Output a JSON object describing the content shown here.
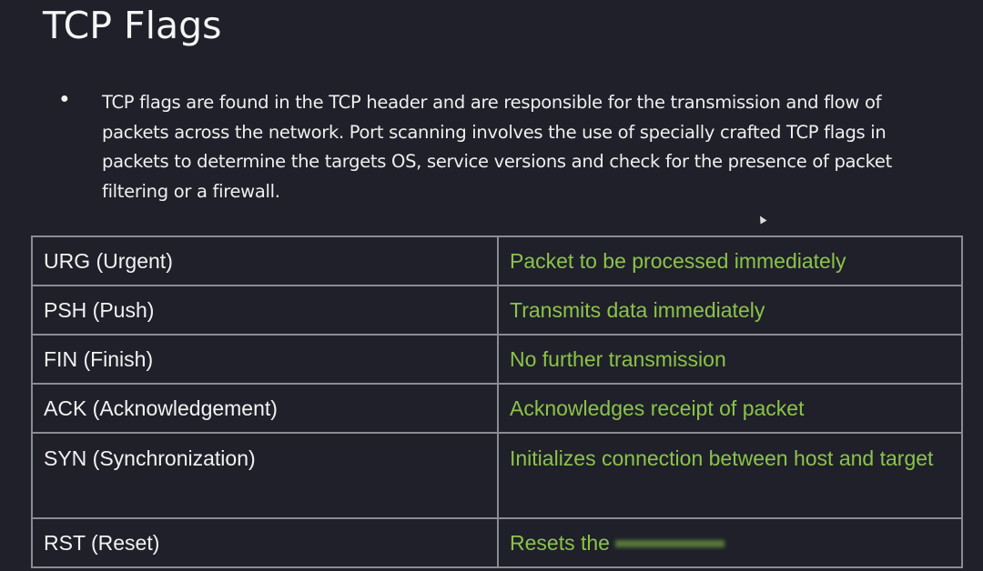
{
  "slide": {
    "title": "TCP Flags",
    "bullet": "TCP flags are found in the TCP header and are responsible for the transmission and flow of packets across the network. Port scanning involves the use of specially crafted TCP flags in packets to determine the targets OS, service versions and check for the presence of packet filtering or a firewall.",
    "flags": [
      {
        "flag": "URG (Urgent)",
        "description": "Packet to be processed immediately"
      },
      {
        "flag": "PSH (Push)",
        "description": "Transmits data immediately"
      },
      {
        "flag": "FIN (Finish)",
        "description": "No further transmission"
      },
      {
        "flag": "ACK (Acknowledgement)",
        "description": "Acknowledges receipt of packet"
      },
      {
        "flag": "SYN (Synchronization)",
        "description": "Initializes connection between host and target"
      },
      {
        "flag": "RST (Reset)",
        "description": "Resets the"
      }
    ]
  },
  "colors": {
    "background": "#1f2029",
    "description_text": "#8bc34a",
    "border": "#8a8c94"
  }
}
